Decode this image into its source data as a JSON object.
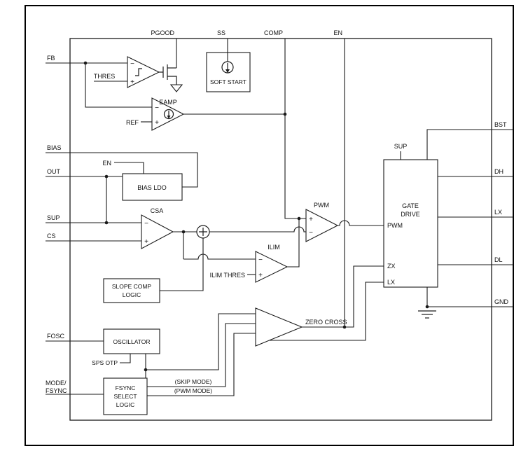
{
  "colors": {
    "line": "#1a1a1a",
    "background": "#ffffff"
  },
  "pins": {
    "top": {
      "pgood": "PGOOD",
      "ss": "SS",
      "comp": "COMP",
      "en": "EN"
    },
    "left": {
      "fb": "FB",
      "bias": "BIAS",
      "out": "OUT",
      "sup": "SUP",
      "cs": "CS",
      "fosc": "FOSC",
      "mode": "MODE/",
      "fsync": "FSYNC"
    },
    "right": {
      "bst": "BST",
      "dh": "DH",
      "lx": "LX",
      "dl": "DL",
      "gnd": "GND"
    }
  },
  "blocks": {
    "soft_start": "SOFT START",
    "bias_ldo": "BIAS LDO",
    "bias_ldo_en": "EN",
    "slope_comp": [
      "SLOPE COMP",
      "LOGIC"
    ],
    "oscillator": "OSCILLATOR",
    "sps_otp": "SPS OTP",
    "fsync_select": [
      "FSYNC",
      "SELECT",
      "LOGIC"
    ],
    "gate_drive": [
      "GATE",
      "DRIVE"
    ],
    "gate_drive_ports": {
      "sup": "SUP",
      "pwm": "PWM",
      "zx": "ZX",
      "lx": "LX"
    }
  },
  "amplifiers": {
    "eamp": "EAMP",
    "csa": "CSA",
    "pwm": "PWM",
    "ilim": "ILIM",
    "zero_cross": "ZERO CROSS"
  },
  "signals": {
    "thres": "THRES",
    "ref": "REF",
    "ilim_thres": "ILIM THRES",
    "skip_mode": "(SKIP MODE)",
    "pwm_mode": "(PWM MODE)"
  },
  "marks": {
    "plus": "+",
    "minus": "−"
  }
}
